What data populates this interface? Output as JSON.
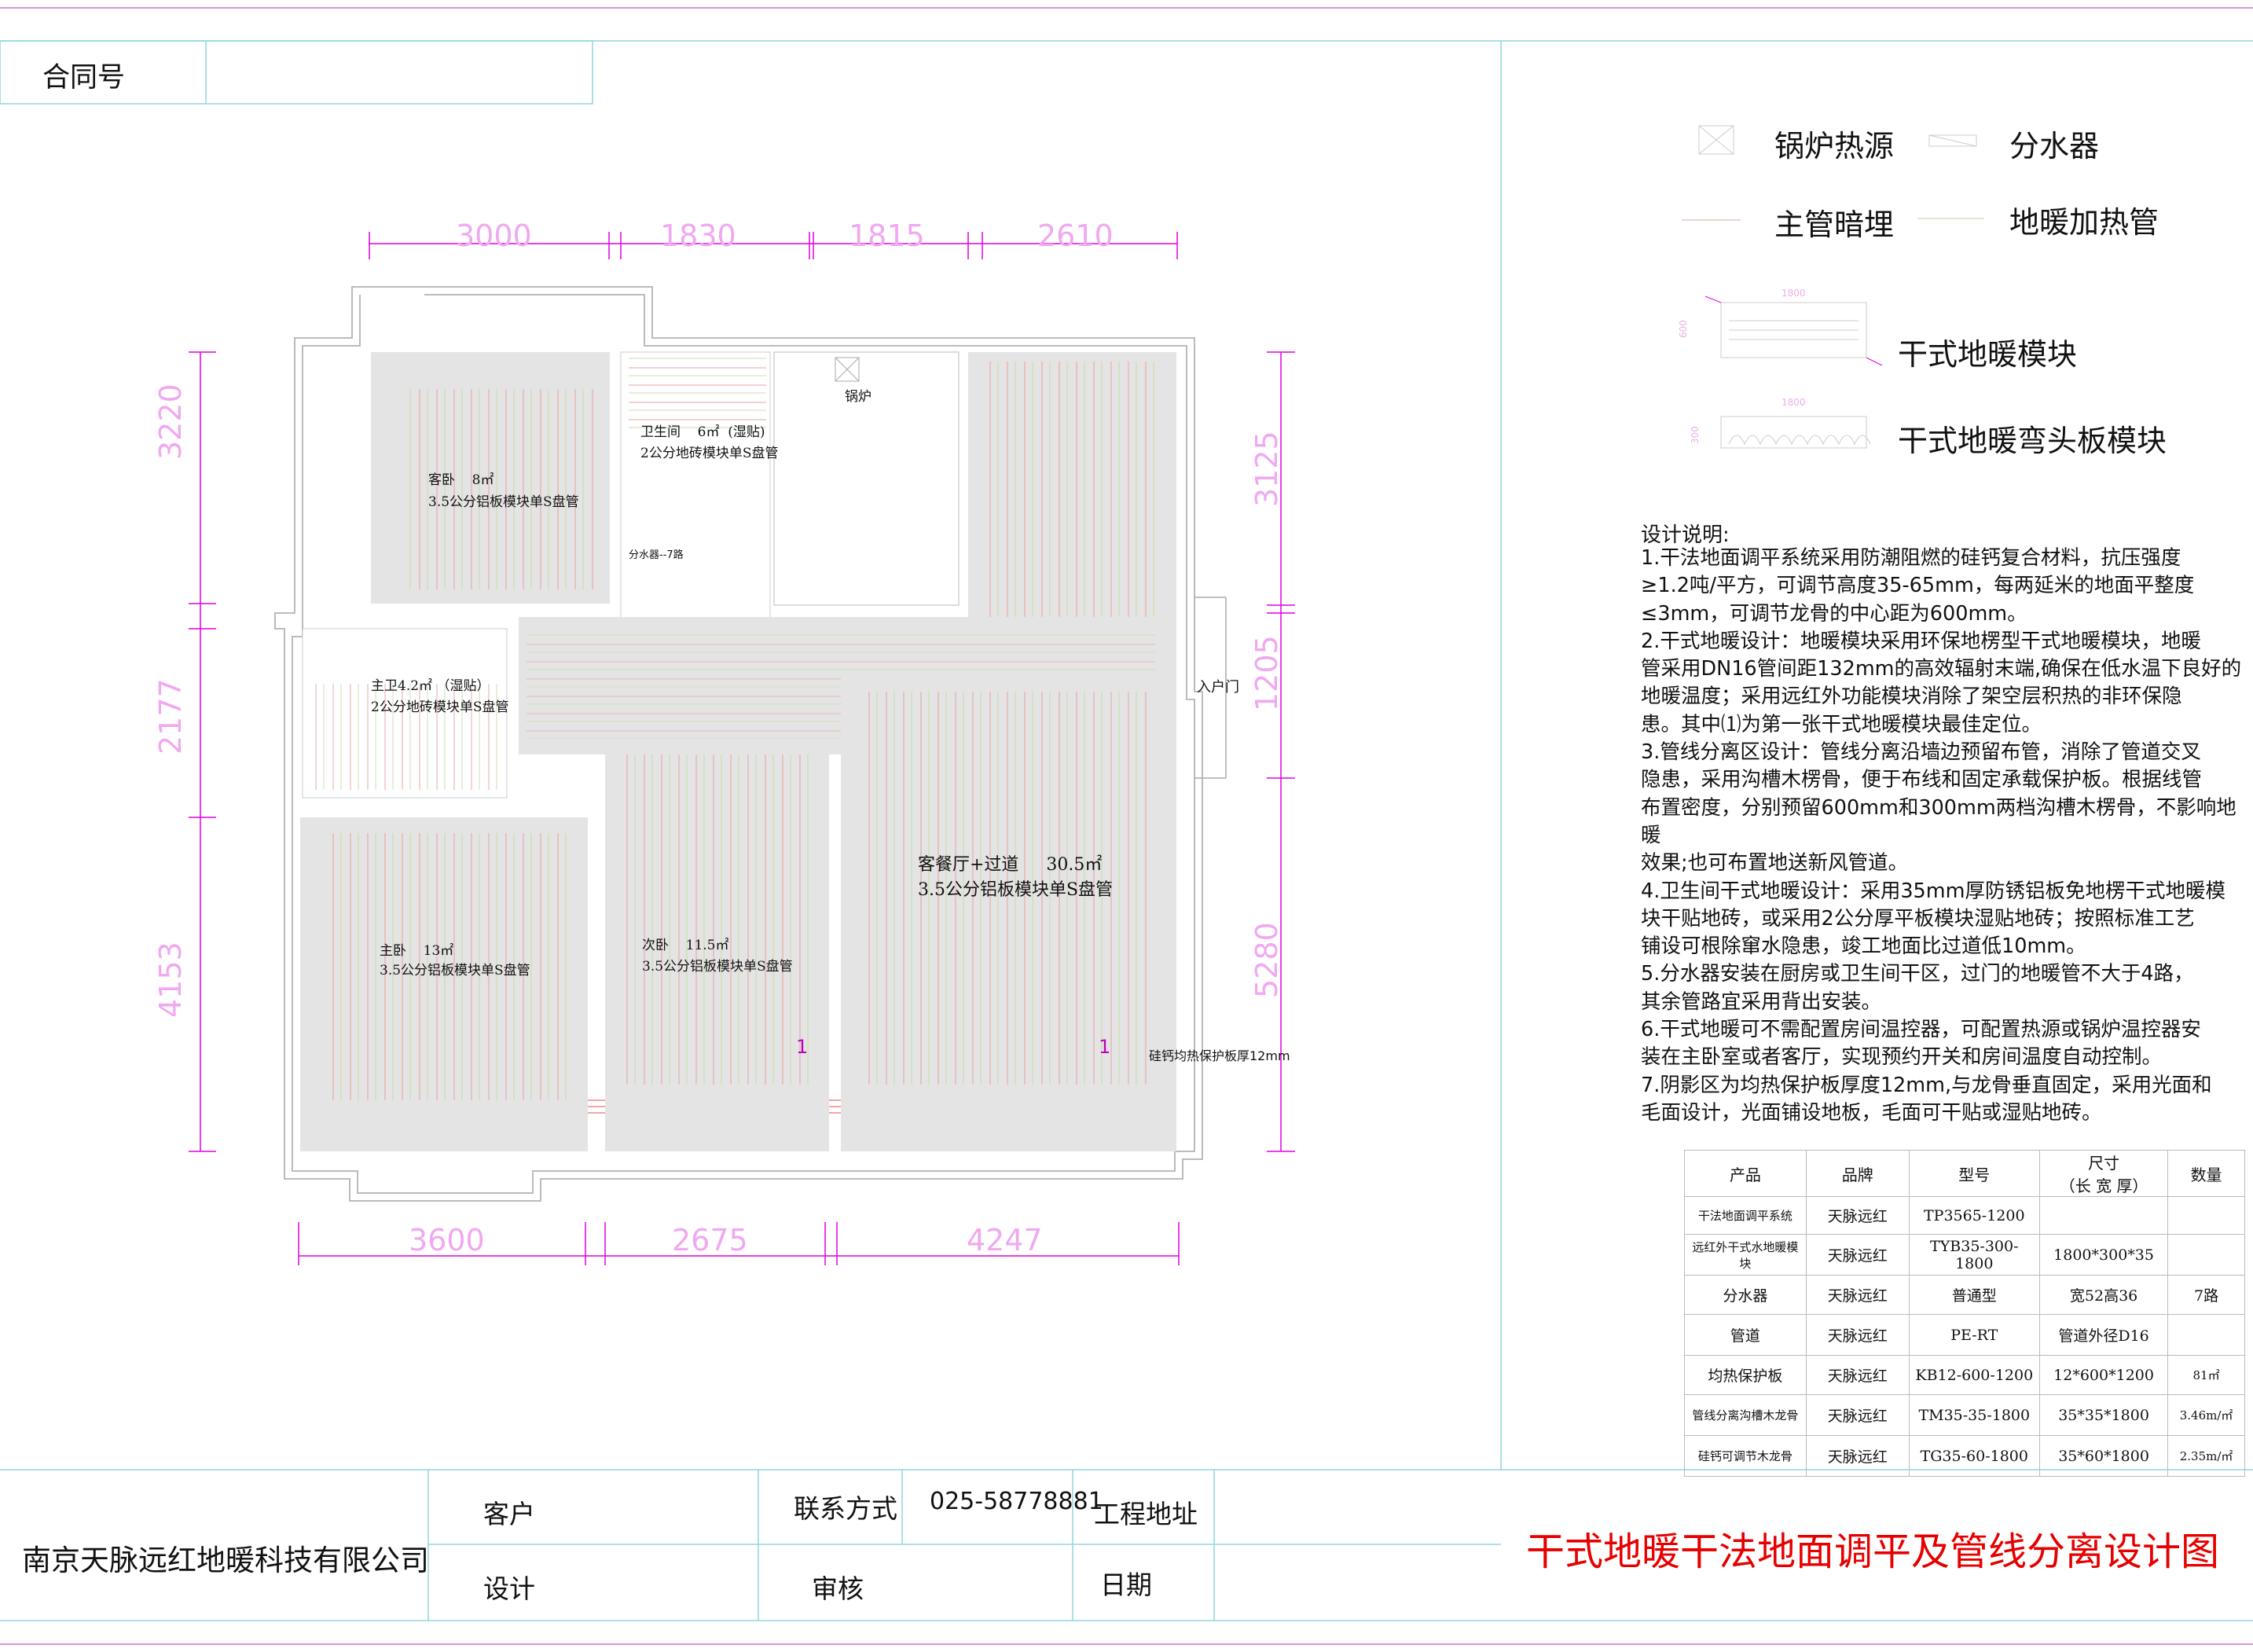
{
  "contract_label": "合同号",
  "legend": {
    "boiler_label": "锅炉热源",
    "manifold_label": "分水器",
    "main_pipe_label": "主管暗埋",
    "heating_pipe_label": "地暖加热管",
    "module_label": "干式地暖模块",
    "module_dim_w": "1800",
    "module_dim_h": "600",
    "bend_module_label": "干式地暖弯头板模块",
    "bend_module_dim_w": "1800",
    "bend_module_dim_h": "300"
  },
  "dimensions": {
    "top": [
      "3000",
      "1830",
      "1815",
      "2610"
    ],
    "bottom": [
      "3600",
      "2675",
      "4247"
    ],
    "left": [
      "3220",
      "2177",
      "4153"
    ],
    "right": [
      "3125",
      "1205",
      "5280"
    ]
  },
  "rooms": {
    "guest_bed_name": "客卧",
    "guest_bed_area": "8㎡",
    "guest_bed_sub": "3.5公分铝板模块单S盘管",
    "bath_name": "卫生间",
    "bath_area": "6㎡",
    "bath_note": "(湿贴)",
    "bath_sub": "2公分地砖模块单S盘管",
    "boiler": "锅炉",
    "manifold": "分水器--7路",
    "main_bath": "主卫4.2㎡ （湿贴）",
    "main_bath_sub": "2公分地砖模块单S盘管",
    "master_name": "主卧",
    "master_area": "13㎡",
    "master_sub": "3.5公分铝板模块单S盘管",
    "second_name": "次卧",
    "second_area": "11.5㎡",
    "second_sub": "3.5公分铝板模块单S盘管",
    "living_name": "客餐厅+过道",
    "living_area": "30.5㎡",
    "living_sub": "3.5公分铝板模块单S盘管",
    "entrance": "入户门",
    "board_note": "硅钙均热保护板厚12mm",
    "marker_1": "1",
    "marker_2": "1"
  },
  "notes": {
    "title": "设计说明:",
    "lines": [
      "1.干法地面调平系统采用防潮阻燃的硅钙复合材料，抗压强度",
      "≥1.2吨/平方，可调节高度35-65mm，每两延米的地面平整度",
      "≤3mm，可调节龙骨的中心距为600mm。",
      "2.干式地暖设计：地暖模块采用环保地楞型干式地暖模块，地暖",
      "管采用DN16管间距132mm的高效辐射末端,确保在低水温下良好的",
      "地暖温度；采用远红外功能模块消除了架空层积热的非环保隐",
      "患。其中⑴为第一张干式地暖模块最佳定位。",
      "3.管线分离区设计：管线分离沿墙边预留布管，消除了管道交叉",
      "隐患，采用沟槽木楞骨，便于布线和固定承载保护板。根据线管",
      "布置密度，分别预留600mm和300mm两档沟槽木楞骨，不影响地暖",
      "效果;也可布置地送新风管道。",
      "4.卫生间干式地暖设计：采用35mm厚防锈铝板免地楞干式地暖模",
      "块干贴地砖，或采用2公分厚平板模块湿贴地砖；按照标准工艺",
      "铺设可根除窜水隐患，竣工地面比过道低10mm。",
      "5.分水器安装在厨房或卫生间干区，过门的地暖管不大于4路，",
      "其余管路宜采用背出安装。",
      "6.干式地暖可不需配置房间温控器，可配置热源或锅炉温控器安",
      "装在主卧室或者客厅，实现预约开关和房间温度自动控制。",
      "7.阴影区为均热保护板厚度12mm,与龙骨垂直固定，采用光面和",
      "毛面设计，光面铺设地板，毛面可干贴或湿贴地砖。"
    ]
  },
  "table": {
    "headers": [
      "产品",
      "品牌",
      "型号",
      "尺寸",
      "（长 宽 厚）",
      "数量"
    ],
    "rows": [
      [
        "干法地面调平系统",
        "天脉远红",
        "TP3565-1200",
        "",
        ""
      ],
      [
        "远红外干式水地暖模块",
        "天脉远红",
        "TYB35-300-1800",
        "1800*300*35",
        ""
      ],
      [
        "分水器",
        "天脉远红",
        "普通型",
        "宽52高36",
        "7路"
      ],
      [
        "管道",
        "天脉远红",
        "PE-RT",
        "管道外径D16",
        ""
      ],
      [
        "均热保护板",
        "天脉远红",
        "KB12-600-1200",
        "12*600*1200",
        "81㎡"
      ],
      [
        "管线分离沟槽木龙骨",
        "天脉远红",
        "TM35-35-1800",
        "35*35*1800",
        "3.46m/㎡"
      ],
      [
        "硅钙可调节木龙骨",
        "天脉远红",
        "TG35-60-1800",
        "35*60*1800",
        "2.35m/㎡"
      ]
    ]
  },
  "title_block": {
    "company": "南京天脉远红地暖科技有限公司",
    "customer_label": "客户",
    "contact_label": "联系方式",
    "contact_value": "025-58778881",
    "site_label": "工程地址",
    "design_label": "设计",
    "review_label": "审核",
    "date_label": "日期",
    "drawing_title": "干式地暖干法地面调平及管线分离设计图"
  },
  "colors": {
    "dimension": "#e000e0",
    "title_red": "#e60000",
    "shade": "#e4e4e4",
    "pipe": "#e8a0a0",
    "border_cyan": "#00b5c8"
  }
}
